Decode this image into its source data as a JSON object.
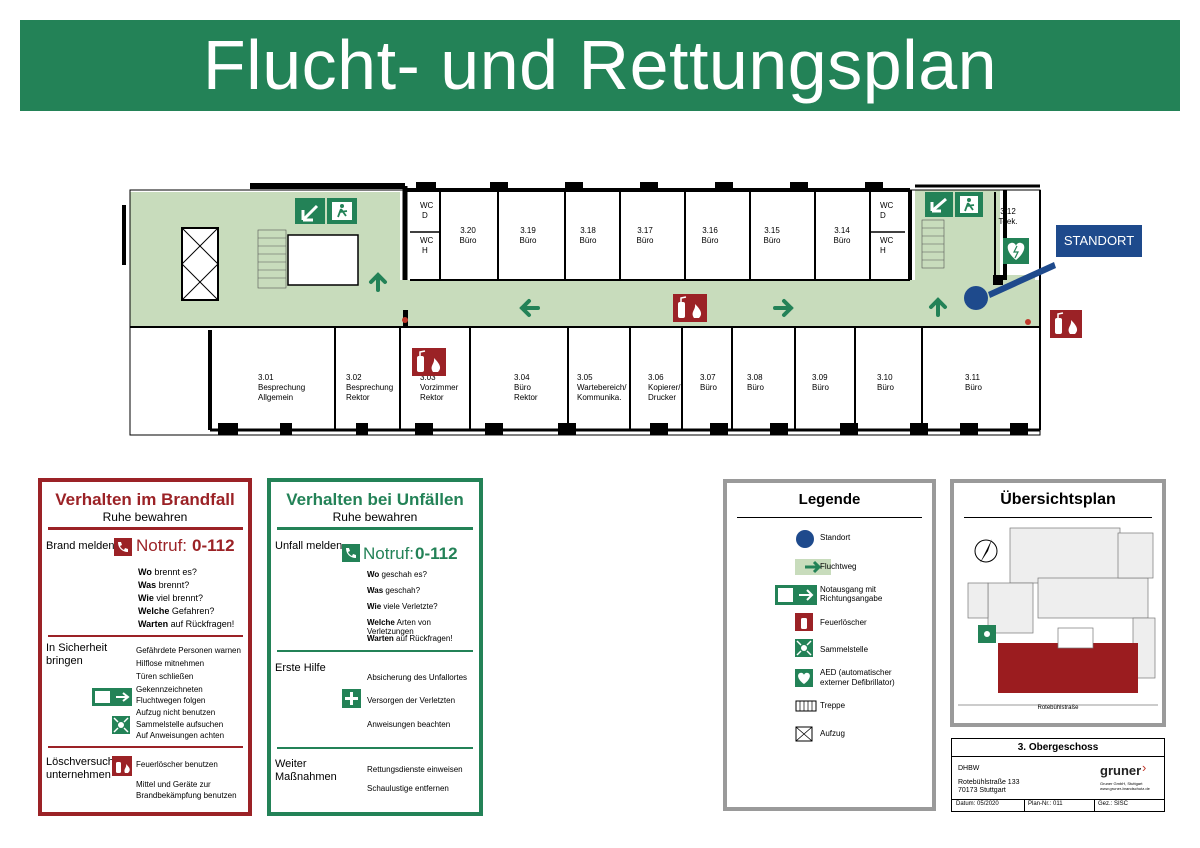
{
  "title": "Flucht- und Rettungsplan",
  "floor_plan": {
    "standort_label": "STANDORT",
    "wc_labels": [
      "WC",
      "D",
      "WC",
      "H",
      "WC",
      "D",
      "WC",
      "H"
    ],
    "rooms_top": [
      {
        "number": "3.20",
        "name": "Büro"
      },
      {
        "number": "3.19",
        "name": "Büro"
      },
      {
        "number": "3.18",
        "name": "Büro"
      },
      {
        "number": "3.17",
        "name": "Büro"
      },
      {
        "number": "3.16",
        "name": "Büro"
      },
      {
        "number": "3.15",
        "name": "Büro"
      },
      {
        "number": "3.14",
        "name": "Büro"
      },
      {
        "number": "3.12",
        "name": "Teek."
      }
    ],
    "rooms_bottom": [
      {
        "number": "3.01",
        "name": "Besprechung",
        "name2": "Allgemein"
      },
      {
        "number": "3.02",
        "name": "Besprechung",
        "name2": "Rektor"
      },
      {
        "number": "3.03",
        "name": "Vorzimmer",
        "name2": "Rektor"
      },
      {
        "number": "3.04",
        "name": "Büro",
        "name2": "Rektor"
      },
      {
        "number": "3.05",
        "name": "Wartebereich/",
        "name2": "Kommunika."
      },
      {
        "number": "3.06",
        "name": "Kopierer/",
        "name2": "Drucker"
      },
      {
        "number": "3.07",
        "name": "Büro",
        "name2": ""
      },
      {
        "number": "3.08",
        "name": "Büro",
        "name2": ""
      },
      {
        "number": "3.09",
        "name": "Büro",
        "name2": ""
      },
      {
        "number": "3.10",
        "name": "Büro",
        "name2": ""
      },
      {
        "number": "3.11",
        "name": "Büro",
        "name2": ""
      }
    ]
  },
  "brandfall": {
    "title": "Verhalten im Brandfall",
    "subtitle": "Ruhe bewahren",
    "melden_label": "Brand melden",
    "notruf_label": "Notruf:",
    "notruf_number": "0-112",
    "questions": [
      {
        "bold": "Wo",
        "rest": " brennt es?"
      },
      {
        "bold": "Was",
        "rest": " brennt?"
      },
      {
        "bold": "Wie",
        "rest": " viel brennt?"
      },
      {
        "bold": "Welche",
        "rest": " Gefahren?"
      },
      {
        "bold": "Warten",
        "rest": " auf Rückfragen!"
      }
    ],
    "sicherheit_label_1": "In Sicherheit",
    "sicherheit_label_2": "bringen",
    "sicherheit_items": [
      "Gefährdete Personen warnen",
      "Hilflose mitnehmen",
      "Türen schließen",
      "Gekennzeichneten",
      "Fluchtwegen folgen",
      "Aufzug nicht benutzen",
      "Sammelstelle aufsuchen",
      "Auf Anweisungen achten"
    ],
    "loesch_label_1": "Löschversuch",
    "loesch_label_2": "unternehmen",
    "loesch_items": [
      "Feuerlöscher benutzen",
      "Mittel und Geräte zur",
      "Brandbekämpfung benutzen"
    ]
  },
  "unfaelle": {
    "title": "Verhalten bei Unfällen",
    "subtitle": "Ruhe bewahren",
    "melden_label": "Unfall melden",
    "notruf_label": "Notruf:",
    "notruf_number": "0-112",
    "questions": [
      {
        "bold": "Wo",
        "rest": " geschah es?"
      },
      {
        "bold": "Was",
        "rest": " geschah?"
      },
      {
        "bold": "Wie",
        "rest": " viele Verletzte?"
      },
      {
        "bold": "Welche",
        "rest": " Arten von Verletzungen"
      },
      {
        "bold": "Warten",
        "rest": " auf Rückfragen!"
      }
    ],
    "erste_hilfe_label": "Erste Hilfe",
    "erste_hilfe_items": [
      "Absicherung des Unfallortes",
      "Versorgen der Verletzten",
      "Anweisungen beachten"
    ],
    "weiter_label_1": "Weiter",
    "weiter_label_2": "Maßnahmen",
    "weiter_items": [
      "Rettungsdienste einweisen",
      "Schaulustige entfernen"
    ]
  },
  "legende": {
    "title": "Legende",
    "items": [
      "Standort",
      "Fluchtweg",
      "Notausgang mit",
      "Richtungsangabe",
      "Feuerlöscher",
      "Sammelstelle",
      "AED (automatischer",
      "externer Defibrillator)",
      "Treppe",
      "Aufzug"
    ]
  },
  "uebersicht": {
    "title": "Übersichtsplan",
    "street": "Rotebühlstraße"
  },
  "titleblock": {
    "floor": "3. Obergeschoss",
    "org": "DHBW",
    "address1": "Rotebühlstraße 133",
    "address2": "70173 Stuttgart",
    "brand": "gruner",
    "company1": "Gruner GmbH, Stuttgart",
    "company2": "www.gruner-brandschutz.de",
    "datum_label": "Datum:",
    "datum": "05/2020",
    "plan_label": "Plan-Nr.:",
    "plan": "011",
    "gez_label": "Gez.:",
    "gez": "SISC"
  },
  "colors": {
    "green": "#238257",
    "escape_fill": "#c8dcbc",
    "red": "#9b2226",
    "blue": "#1e4a8c",
    "building_red": "#9b1c1f"
  }
}
